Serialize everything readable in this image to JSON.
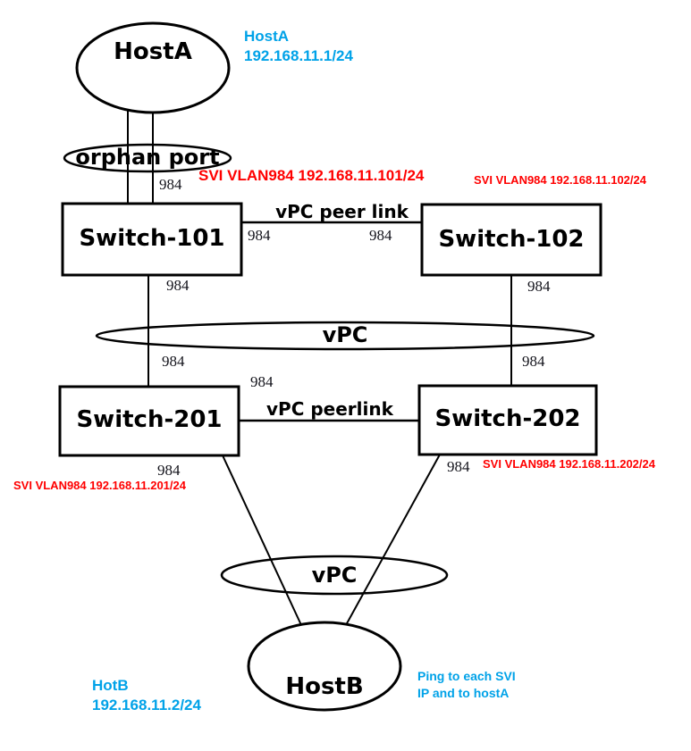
{
  "colors": {
    "background": "#FFFFFF",
    "line": "#000000",
    "svi_red": "#FF0000",
    "note_blue": "#00A2E8"
  },
  "nodes": {
    "hostA": {
      "label": "HostA"
    },
    "orphanPort": {
      "label": "orphan port"
    },
    "switch101": {
      "label": "Switch-101"
    },
    "switch102": {
      "label": "Switch-102"
    },
    "vpcUpper": {
      "label": "vPC"
    },
    "switch201": {
      "label": "Switch-201"
    },
    "switch202": {
      "label": "Switch-202"
    },
    "vpcLower": {
      "label": "vPC"
    },
    "hostB": {
      "label": "HostB"
    }
  },
  "links": {
    "peerLinkTop": {
      "label": "vPC peer link"
    },
    "peerLinkBottom": {
      "label": "vPC peerlink"
    }
  },
  "port": {
    "vlan": "984"
  },
  "svi": {
    "switch101": "SVI VLAN984 192.168.11.101/24",
    "switch102": "SVI VLAN984 192.168.11.102/24",
    "switch201": "SVI VLAN984 192.168.11.201/24",
    "switch202": "SVI VLAN984 192.168.11.202/24"
  },
  "notes": {
    "hostA": {
      "line1": "HostA",
      "line2": "192.168.11.1/24"
    },
    "hostB": {
      "line1": "HotB",
      "line2": "192.168.11.2/24"
    },
    "ping": {
      "line1": "Ping to each SVI",
      "line2": "IP and to hostA"
    }
  }
}
